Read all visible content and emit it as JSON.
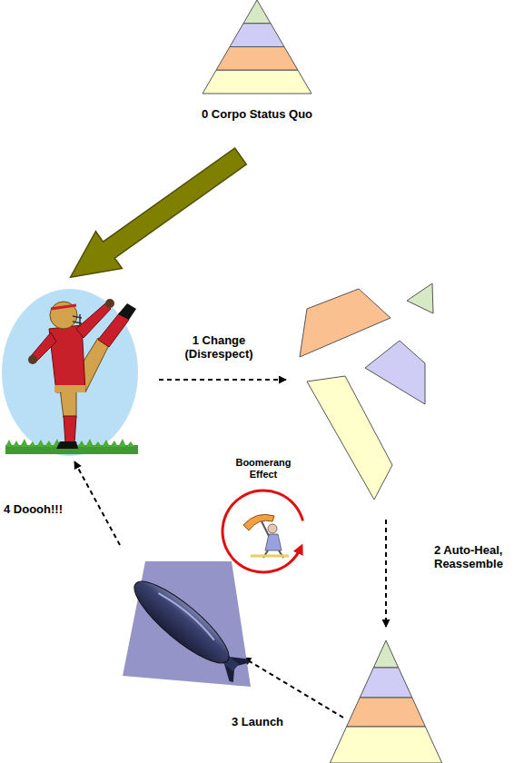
{
  "diagram": {
    "nodes": [
      {
        "text": [
          "0 Corpo Status Quo"
        ]
      }
    ],
    "labels": [
      "1 Change (Disrespect)",
      "Boomerang Effect",
      "2 Auto-Heal, Reassemble",
      "3 Launch",
      "4 Doooh!!!"
    ]
  }
}
